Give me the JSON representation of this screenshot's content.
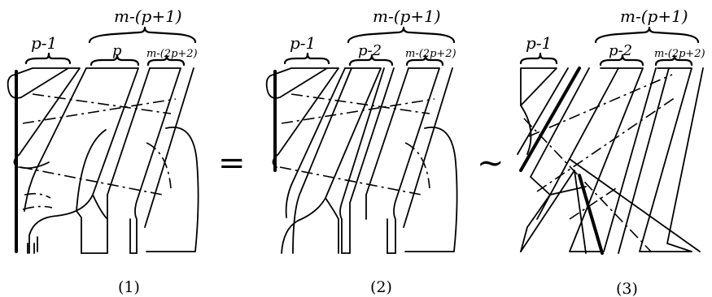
{
  "labels": {
    "top_brace": "m-(p+1)",
    "left_brace": "p-1",
    "mid_brace_1": "p",
    "mid_brace_2": "p-2",
    "mid_brace_3": "p-2",
    "right_brace": "m-(2p+2)"
  },
  "relations": {
    "equals": "=",
    "similar": "~"
  },
  "captions": [
    "(1)",
    "(2)",
    "(3)"
  ]
}
